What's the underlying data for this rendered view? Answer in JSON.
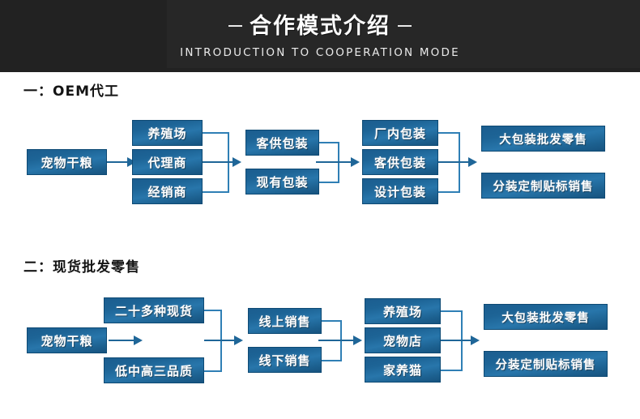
{
  "header": {
    "title": "合作模式介绍",
    "dash_left": "—",
    "dash_right": "—",
    "subtitle": "INTRODUCTION TO COOPERATION MODE",
    "bg_color": "#222222",
    "title_color": "#ffffff"
  },
  "theme": {
    "box_fill": "#1d6496",
    "box_border": "#0e4a74",
    "connector": "#1f6698",
    "text_color": "#ffffff"
  },
  "sections": [
    {
      "id": "section-1",
      "label": "一：OEM代工",
      "flow": {
        "stage1": [
          "宠物干粮"
        ],
        "stage2": [
          "养殖场",
          "代理商",
          "经销商"
        ],
        "stage3": [
          "客供包装",
          "现有包装"
        ],
        "stage4": [
          "厂内包装",
          "客供包装",
          "设计包装"
        ],
        "stage5": [
          "大包装批发零售",
          "分装定制贴标销售"
        ]
      }
    },
    {
      "id": "section-2",
      "label": "二：现货批发零售",
      "flow": {
        "stage1": [
          "宠物干粮"
        ],
        "stage2": [
          "二十多种现货",
          "低中高三品质"
        ],
        "stage3": [
          "线上销售",
          "线下销售"
        ],
        "stage4": [
          "养殖场",
          "宠物店",
          "家养猫"
        ],
        "stage5": [
          "大包装批发零售",
          "分装定制贴标销售"
        ]
      }
    }
  ]
}
